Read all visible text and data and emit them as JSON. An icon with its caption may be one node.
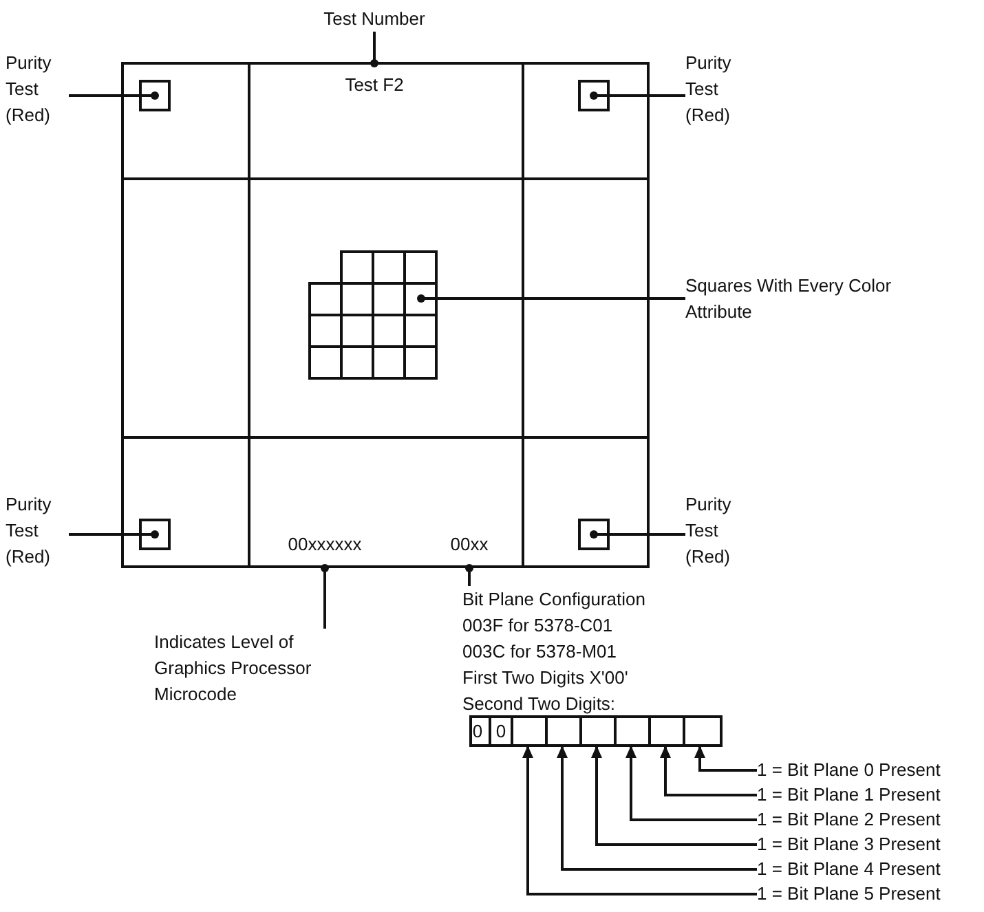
{
  "diagram": {
    "nodes": [
      {
        "text": [],
        "shape": "box"
      },
      {
        "text": [
          "Test Number"
        ]
      },
      {
        "text": [
          "Test F2"
        ],
        "in": 0
      },
      {
        "text": [
          "Purity Test (Red)"
        ]
      },
      {
        "text": [],
        "shape": "box",
        "in": 0
      },
      {
        "text": [
          "Purity Test (Red)"
        ]
      },
      {
        "text": [],
        "shape": "box",
        "in": 0
      },
      {
        "text": [],
        "shape": "grid",
        "in": 0
      },
      {
        "text": [
          "Squares With Every Color Attribute"
        ]
      },
      {
        "text": [
          "Purity Test (Red)"
        ]
      },
      {
        "text": [],
        "shape": "box",
        "in": 0
      },
      {
        "text": [
          "Purity Test (Red)"
        ]
      },
      {
        "text": [],
        "shape": "box",
        "in": 0
      },
      {
        "text": [
          "00xxxxxx"
        ],
        "in": 0
      },
      {
        "text": [
          "00xx"
        ],
        "in": 0
      },
      {
        "text": [
          "Indicates Level of Graphics Processor Microcode"
        ]
      },
      {
        "text": [
          "Bit Plane Configuration",
          "003F for 5378-C01",
          "003C for 5378-M01",
          "First Two Digits X'00'",
          "Second Two Digits:"
        ]
      },
      {
        "text": [],
        "shape": "box"
      },
      {
        "text": [
          "0"
        ],
        "in": 17
      },
      {
        "text": [
          "0"
        ],
        "in": 17
      },
      {
        "text": [],
        "shape": "box",
        "in": 17
      },
      {
        "text": [],
        "shape": "box",
        "in": 17
      },
      {
        "text": [],
        "shape": "box",
        "in": 17
      },
      {
        "text": [],
        "shape": "box",
        "in": 17
      },
      {
        "text": [],
        "shape": "box",
        "in": 17
      },
      {
        "text": [],
        "shape": "box",
        "in": 17
      },
      {
        "text": [
          "1 = Bit Plane 0 Present"
        ]
      },
      {
        "text": [
          "1 = Bit Plane 1 Present"
        ]
      },
      {
        "text": [
          "1 = Bit Plane 2 Present"
        ]
      },
      {
        "text": [
          "1 = Bit Plane 3 Present"
        ]
      },
      {
        "text": [
          "1 = Bit Plane 4 Present"
        ]
      },
      {
        "text": [
          "1 = Bit Plane 5 Present"
        ]
      }
    ],
    "edges": [
      {
        "from": 1,
        "to": 2,
        "arrow": "other"
      },
      {
        "from": 3,
        "to": 4,
        "arrow": "other"
      },
      {
        "from": 5,
        "to": 6,
        "arrow": "other"
      },
      {
        "from": 8,
        "to": 7,
        "arrow": "other"
      },
      {
        "from": 9,
        "to": 10,
        "arrow": "other"
      },
      {
        "from": 11,
        "to": 12,
        "arrow": "other"
      },
      {
        "from": 15,
        "to": 13,
        "arrow": "other"
      },
      {
        "from": 16,
        "to": 14,
        "arrow": "other"
      },
      {
        "from": 26,
        "to": 25,
        "arrow": "to"
      },
      {
        "from": 27,
        "to": 24,
        "arrow": "to"
      },
      {
        "from": 28,
        "to": 23,
        "arrow": "to"
      },
      {
        "from": 29,
        "to": 22,
        "arrow": "to"
      },
      {
        "from": 30,
        "to": 21,
        "arrow": "to"
      },
      {
        "from": 31,
        "to": 20,
        "arrow": "to"
      }
    ]
  }
}
